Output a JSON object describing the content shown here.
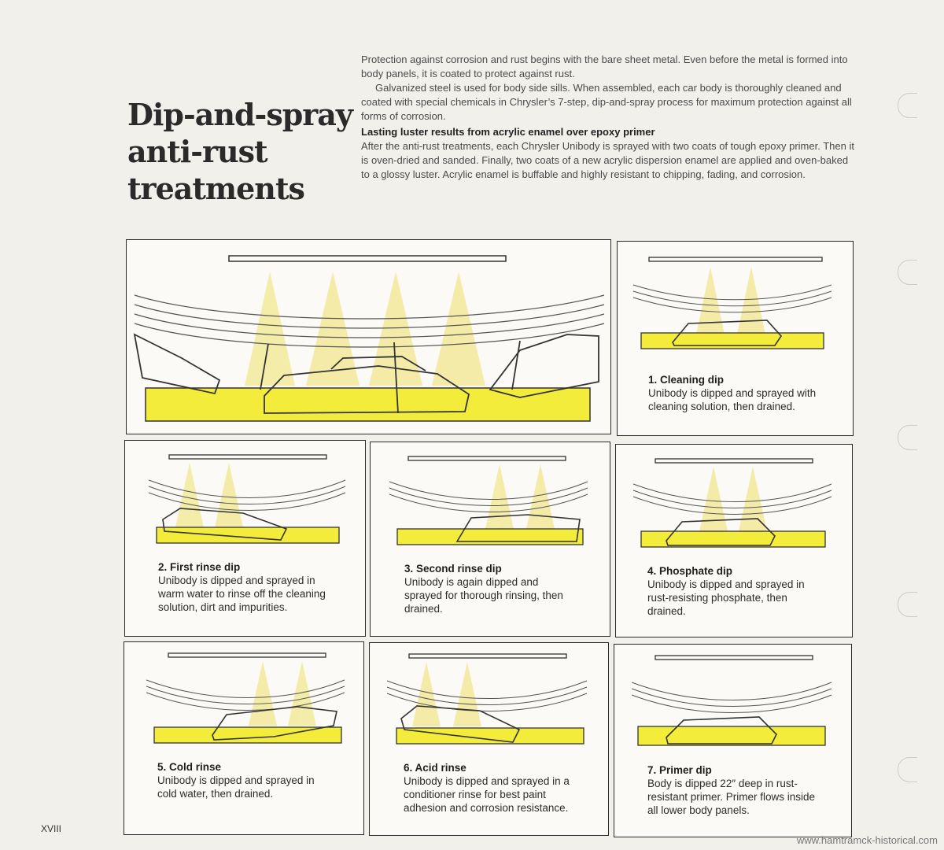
{
  "title": {
    "line1": "Dip-and-spray",
    "line2": "anti-rust",
    "line3": "treatments"
  },
  "intro": {
    "p1": "Protection against corrosion and rust begins with the bare sheet metal. Even before the metal is formed into body panels, it is coated to protect against rust.",
    "p2": "Galvanized steel is used for body side sills. When assembled, each car body is thoroughly cleaned and coated with special chemicals in Chrysler’s 7-step, dip-and-spray process for maximum protection against all forms of corrosion.",
    "subheading": "Lasting luster results from acrylic enamel over epoxy primer",
    "p3": "After the anti-rust treatments, each Chrysler Unibody is sprayed with two coats of tough epoxy primer. Then it is oven-dried and sanded. Finally, two coats of a new acrylic dispersion enamel are applied and oven-baked to a glossy luster. Acrylic enamel is buffable and highly resistant to chipping, fading, and corrosion."
  },
  "steps": [
    {
      "title": "1. Cleaning dip",
      "text": "Unibody is dipped and sprayed with cleaning solution, then drained."
    },
    {
      "title": "2. First rinse dip",
      "text": "Unibody is dipped and sprayed in warm water to rinse off the cleaning solution, dirt and impurities."
    },
    {
      "title": "3. Second rinse dip",
      "text": "Unibody is again dipped and sprayed for thorough rinsing, then drained."
    },
    {
      "title": "4. Phosphate dip",
      "text": "Unibody is dipped and sprayed in rust-resisting phosphate, then drained."
    },
    {
      "title": "5. Cold rinse",
      "text": "Unibody is dipped and sprayed in cold water, then drained."
    },
    {
      "title": "6. Acid rinse",
      "text": "Unibody is dipped and sprayed in a conditioner rinse for best paint adhesion and corrosion resistance."
    },
    {
      "title": "7. Primer dip",
      "text": "Body is dipped 22″ deep in rust-resistant primer. Primer flows inside all lower body panels."
    }
  ],
  "folio": "XVIII",
  "watermark": "www.hamtramck-historical.com",
  "colors": {
    "tank_fill": "#f4ec3a",
    "spray": "#efe06a",
    "ink": "#2a2a2a"
  }
}
